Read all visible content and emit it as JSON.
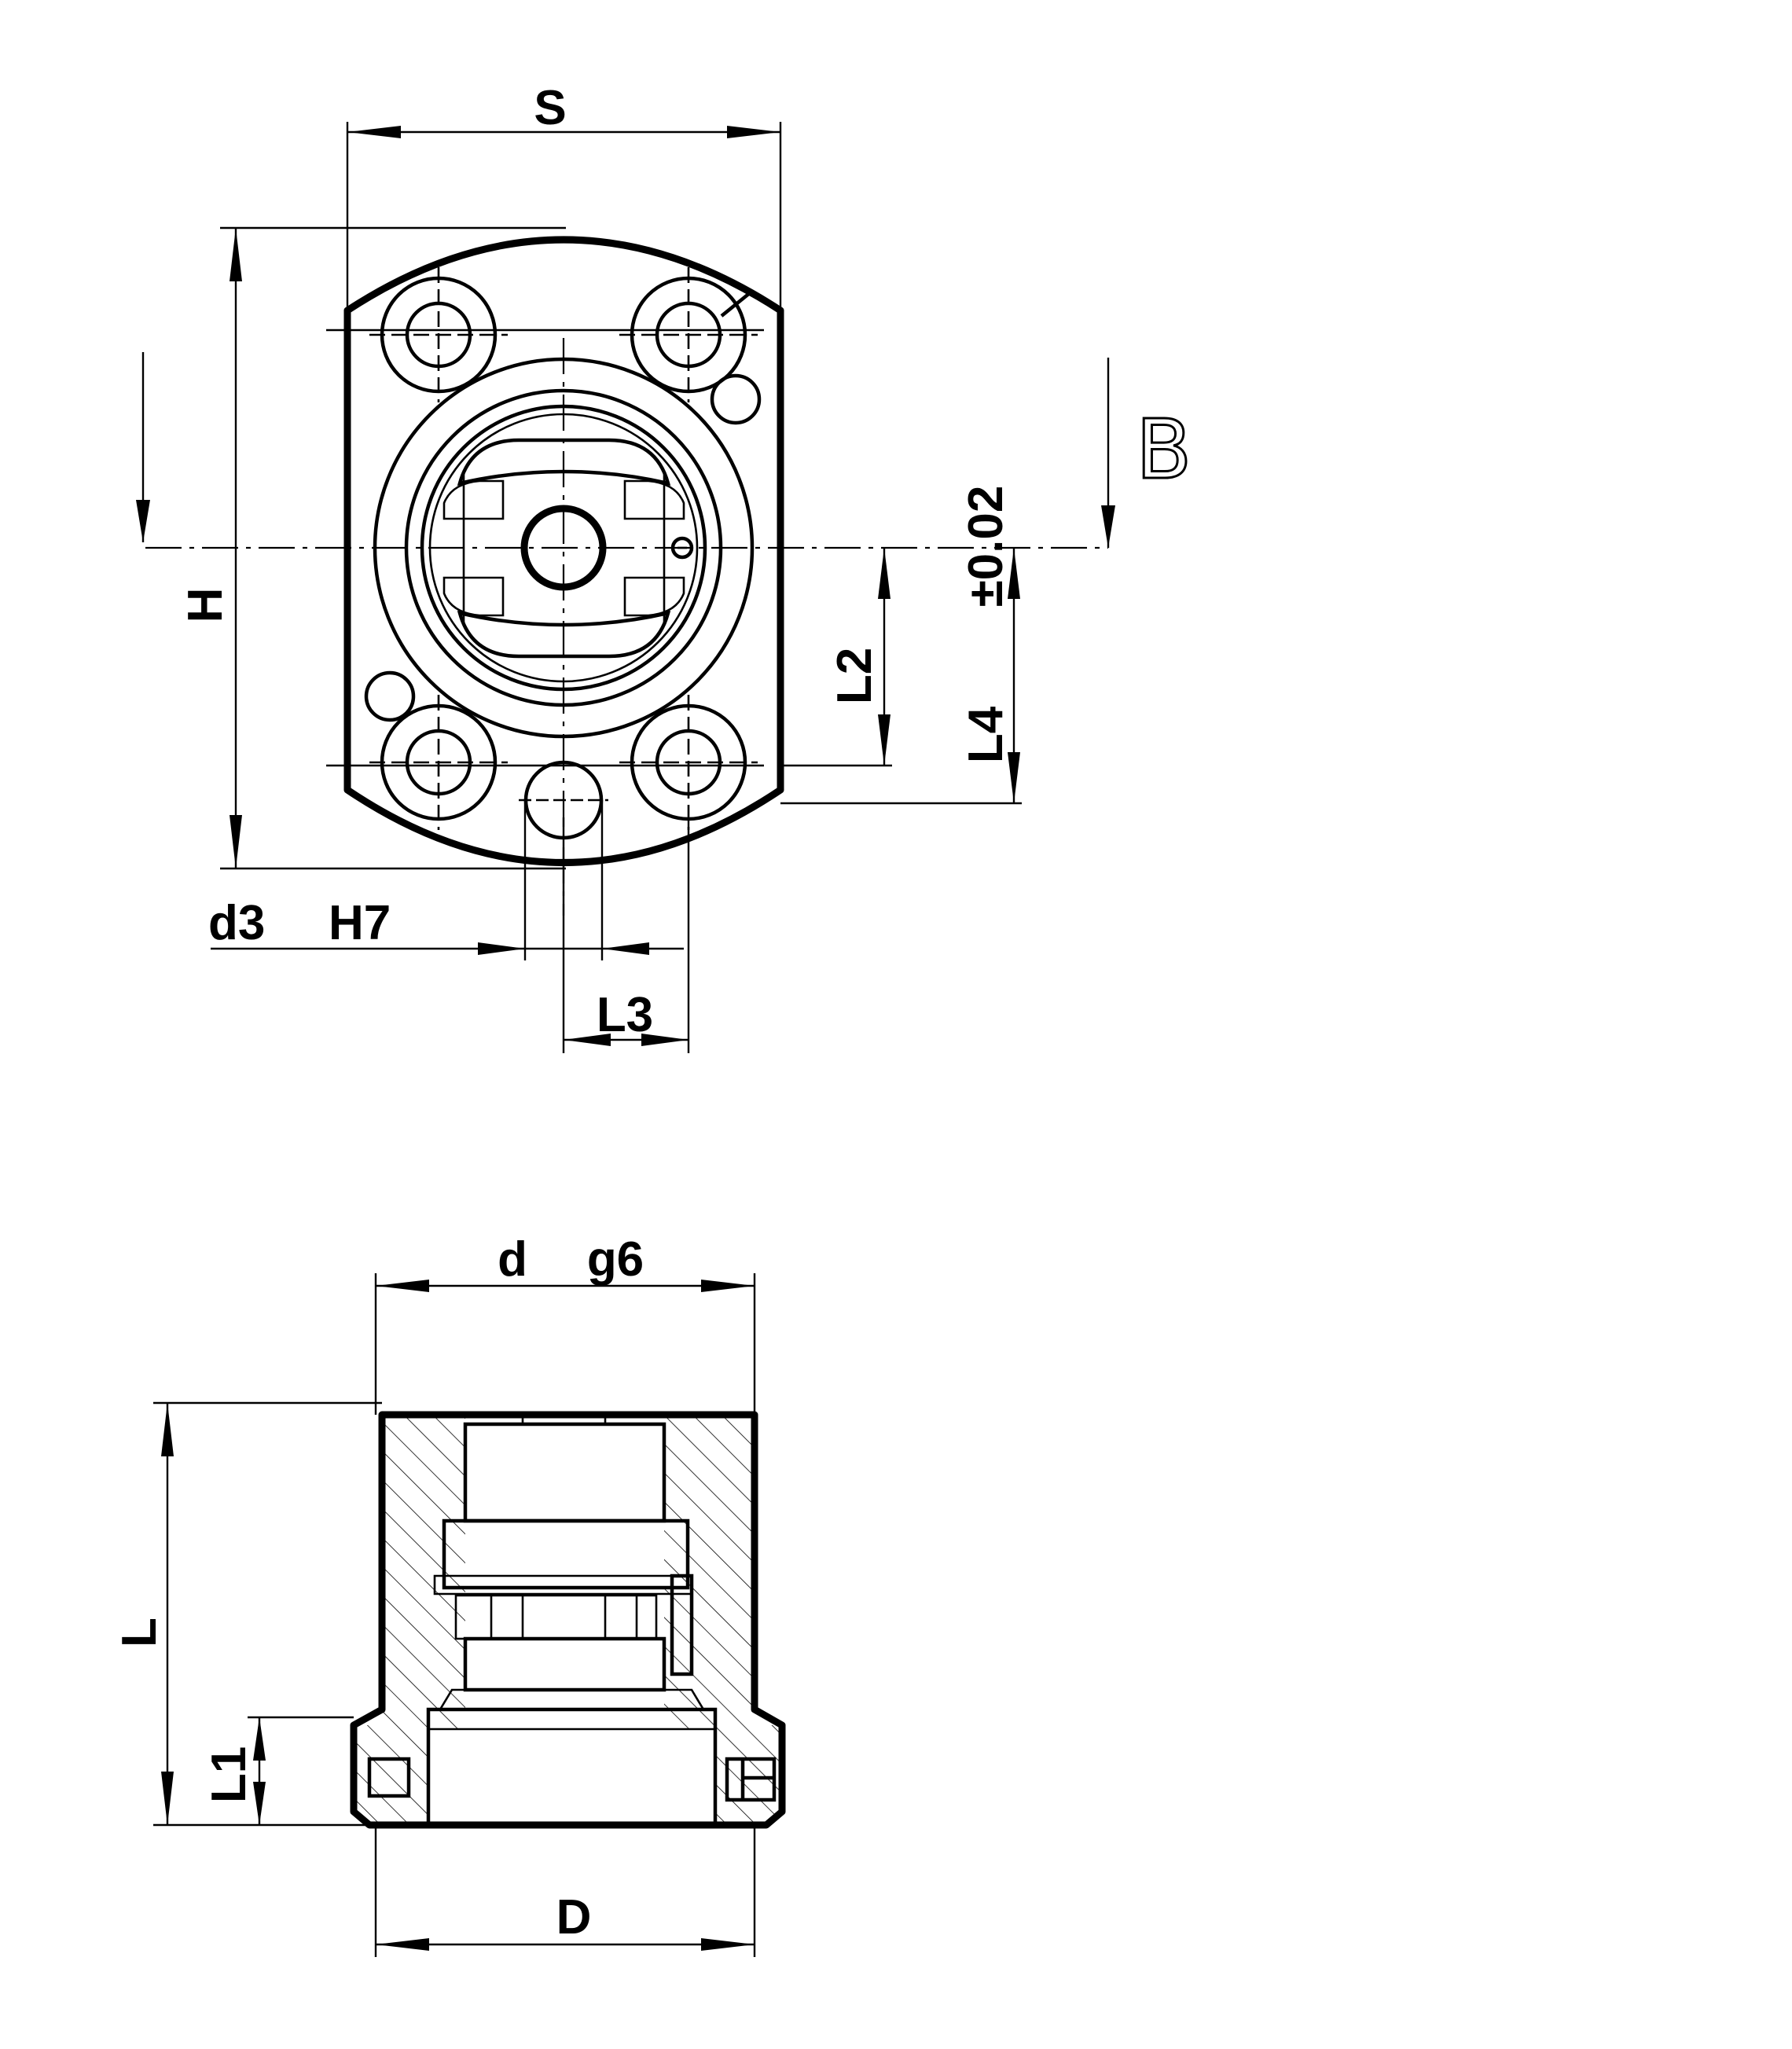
{
  "labels": {
    "S": "S",
    "H": "H",
    "L2": "L2",
    "L4": "L4",
    "tolerance": "±0.02",
    "d3": "d3",
    "H7": "H7",
    "L3": "L3",
    "B": "B",
    "d": "d",
    "g6": "g6",
    "L": "L",
    "L1": "L1",
    "D": "D"
  }
}
